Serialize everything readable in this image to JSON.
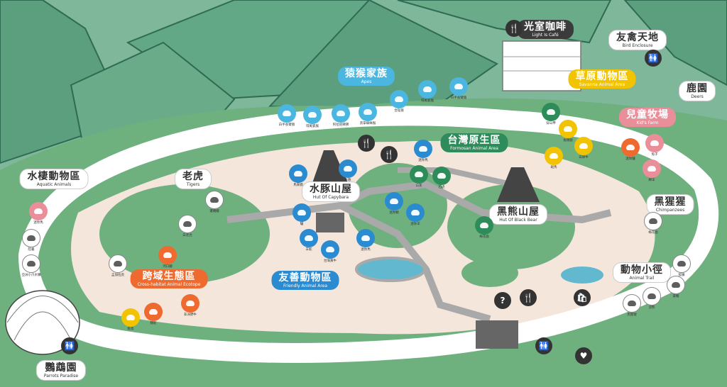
{
  "map_title": "",
  "colors": {
    "mountain": "#5b9f7f",
    "mountain_dark": "#2f6b53",
    "forest": "#6fb07f",
    "path": "#ffffff",
    "ground": "#f5e6dc",
    "water": "#62b9cf"
  },
  "areas": {
    "cafe": {
      "zh": "光室咖啡",
      "en": "Light Is Café"
    },
    "bird": {
      "zh": "友禽天地",
      "en": "Bird Enclosure"
    },
    "apes": {
      "zh": "猿猴家族",
      "en": "Apes"
    },
    "savanna": {
      "zh": "草原動物區",
      "en": "Savanna Animal Area"
    },
    "deers": {
      "zh": "鹿園",
      "en": "Deers"
    },
    "kids": {
      "zh": "兒童牧場",
      "en": "Kid's Farm"
    },
    "formosan": {
      "zh": "台灣原生區",
      "en": "Formosan Animal Area"
    },
    "aquatic": {
      "zh": "水棲動物區",
      "en": "Aquatic Animals"
    },
    "tigers": {
      "zh": "老虎",
      "en": "Tigers"
    },
    "capybara": {
      "zh": "水豚山屋",
      "en": "Hut Of Capybara"
    },
    "blackbear": {
      "zh": "黑熊山屋",
      "en": "Hut Of Black Bear"
    },
    "chimp": {
      "zh": "黑猩猩",
      "en": "Chimpanzees"
    },
    "cross": {
      "zh": "跨域生態區",
      "en": "Cross-habitat Animal Ecotope"
    },
    "friendly": {
      "zh": "友善動物區",
      "en": "Friendly Animal Area"
    },
    "trail": {
      "zh": "動物小徑",
      "en": "Animal Trail"
    },
    "parrots": {
      "zh": "鸚鵡園",
      "en": "Parrots Paradise"
    }
  },
  "pois": [
    {
      "name": "lar-gibbon",
      "label": "白手長臂猿",
      "color": "sky"
    },
    {
      "name": "lemur",
      "label": "環尾狐猴",
      "color": "sky"
    },
    {
      "name": "baboon",
      "label": "阿拉伯狒狒",
      "color": "sky"
    },
    {
      "name": "spider-monkey",
      "label": "黑掌蜘蛛猴",
      "color": "sky"
    },
    {
      "name": "siamang",
      "label": "合趾猿",
      "color": "sky"
    },
    {
      "name": "ring-tailed",
      "label": "環尾狐猴",
      "color": "sky"
    },
    {
      "name": "white-handed",
      "label": "白手長臂猿",
      "color": "sky"
    },
    {
      "name": "tapir",
      "label": "馬來貘",
      "color": "blue"
    },
    {
      "name": "donkey",
      "label": "驢",
      "color": "blue"
    },
    {
      "name": "capybara",
      "label": "水豚",
      "color": "blue"
    },
    {
      "name": "goat-1",
      "label": "迷你馬",
      "color": "blue"
    },
    {
      "name": "pig",
      "label": "迷你豬",
      "color": "blue"
    },
    {
      "name": "alpaca",
      "label": "羊駝",
      "color": "blue"
    },
    {
      "name": "cattle",
      "label": "台灣黃牛",
      "color": "blue"
    },
    {
      "name": "dwarf-goat",
      "label": "迷你羊",
      "color": "blue"
    },
    {
      "name": "shetland",
      "label": "迷你馬",
      "color": "blue"
    },
    {
      "name": "bear-cat",
      "label": "石虎",
      "color": "green"
    },
    {
      "name": "muntjac",
      "label": "山羌",
      "color": "green"
    },
    {
      "name": "formosan-deer",
      "label": "梅花鹿",
      "color": "green"
    },
    {
      "name": "pangolin",
      "label": "穿山甲",
      "color": "green"
    },
    {
      "name": "giraffe",
      "label": "長頸鹿",
      "color": "yellow"
    },
    {
      "name": "zebra",
      "label": "斑馬",
      "color": "yellow"
    },
    {
      "name": "rhino",
      "label": "白犀牛",
      "color": "yellow"
    },
    {
      "name": "ostrich",
      "label": "鴕鳥",
      "color": "yellow"
    },
    {
      "name": "camel",
      "label": "駱駝",
      "color": "orange"
    },
    {
      "name": "buffalo",
      "label": "非洲野牛",
      "color": "orange"
    },
    {
      "name": "hippo",
      "label": "河口鱷",
      "color": "orange"
    },
    {
      "name": "deer-2",
      "label": "迷你驢",
      "color": "orange"
    },
    {
      "name": "rabbit",
      "label": "兔子",
      "color": "pink"
    },
    {
      "name": "sheep",
      "label": "綿羊",
      "color": "pink"
    },
    {
      "name": "pony",
      "label": "迷你馬",
      "color": "pink"
    },
    {
      "name": "tortoise",
      "label": "陸龜",
      "color": "white"
    },
    {
      "name": "otter",
      "label": "亞洲小爪水獺",
      "color": "white"
    },
    {
      "name": "crocodile",
      "label": "暹羅鱷",
      "color": "white"
    },
    {
      "name": "white-tiger",
      "label": "白老虎",
      "color": "white"
    },
    {
      "name": "bengal-tiger",
      "label": "孟加拉虎",
      "color": "white"
    },
    {
      "name": "meerkat",
      "label": "狐獴",
      "color": "white"
    },
    {
      "name": "sika",
      "label": "梅花鹿",
      "color": "white"
    },
    {
      "name": "chimp",
      "label": "黑猩猩",
      "color": "white"
    },
    {
      "name": "raccoon",
      "label": "浣熊",
      "color": "white"
    },
    {
      "name": "porcupine",
      "label": "豪豬",
      "color": "white"
    }
  ],
  "amenities": [
    "🍴",
    "🚻",
    "🍴",
    "?",
    "🍴",
    "🛍",
    "🚻",
    "🍴",
    "🚻",
    "♥"
  ]
}
